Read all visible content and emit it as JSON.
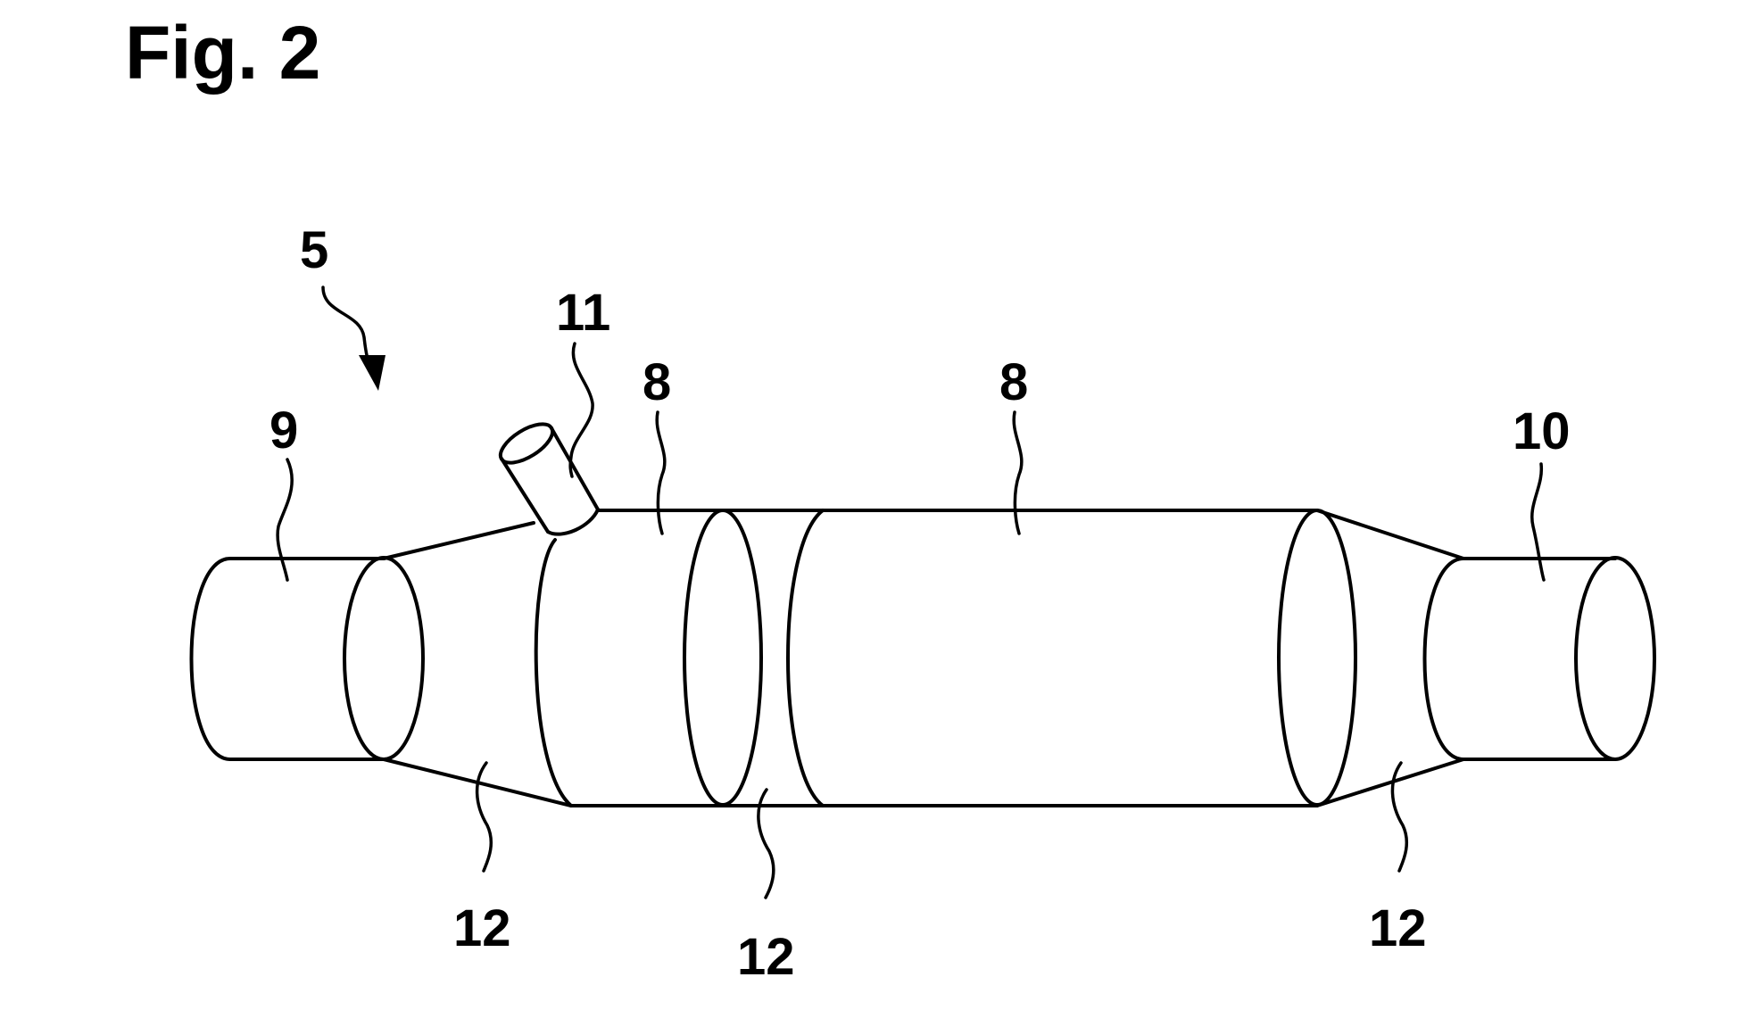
{
  "figure": {
    "title": "Fig. 2",
    "labels": {
      "ref_5": "5",
      "ref_9": "9",
      "ref_11": "11",
      "ref_8_left": "8",
      "ref_8_right": "8",
      "ref_10": "10",
      "ref_12_left": "12",
      "ref_12_middle": "12",
      "ref_12_right": "12"
    },
    "colors": {
      "line": "#000000",
      "background": "#ffffff"
    }
  }
}
